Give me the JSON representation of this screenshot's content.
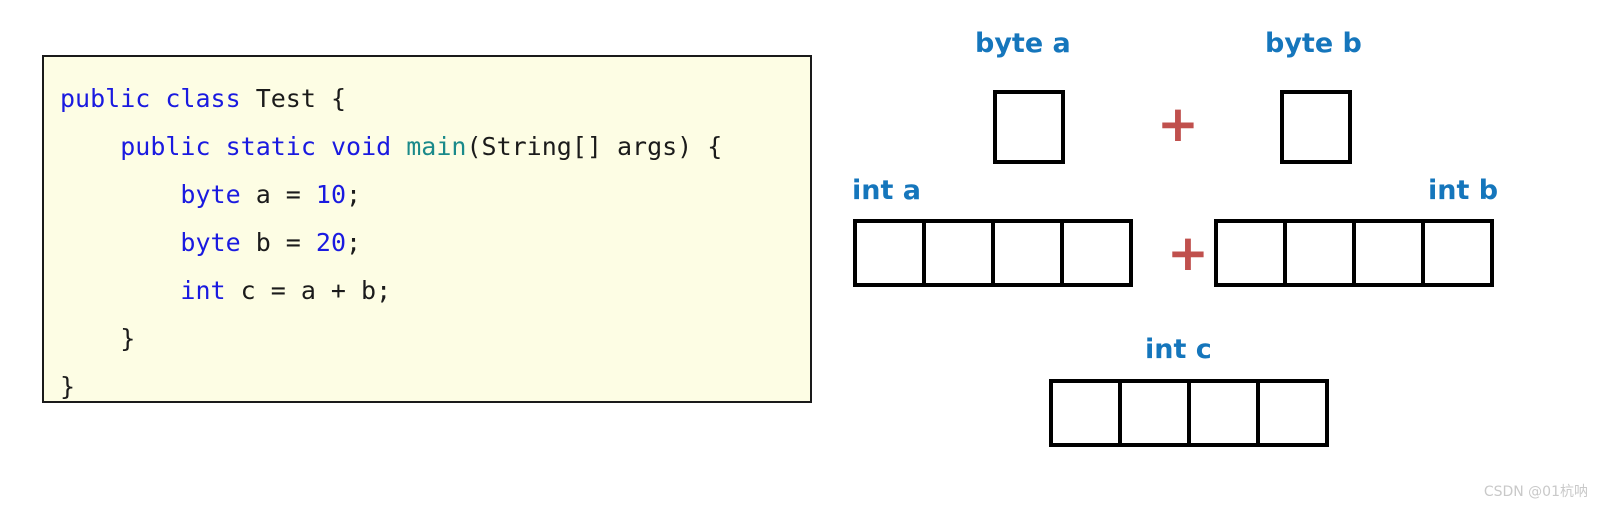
{
  "code_panel": {
    "language": "java",
    "background_color": "#fdfde4",
    "border_color": "#1a1a1a",
    "lines": [
      [
        {
          "t": "public",
          "c": "kw"
        },
        {
          "t": " ",
          "c": "plain"
        },
        {
          "t": "class",
          "c": "kw"
        },
        {
          "t": " Test {",
          "c": "plain"
        }
      ],
      [
        {
          "t": "    ",
          "c": "plain"
        },
        {
          "t": "public",
          "c": "kw"
        },
        {
          "t": " ",
          "c": "plain"
        },
        {
          "t": "static",
          "c": "kw"
        },
        {
          "t": " ",
          "c": "plain"
        },
        {
          "t": "void",
          "c": "kw"
        },
        {
          "t": " ",
          "c": "plain"
        },
        {
          "t": "main",
          "c": "fn"
        },
        {
          "t": "(String[] args) {",
          "c": "plain"
        }
      ],
      [
        {
          "t": "        ",
          "c": "plain"
        },
        {
          "t": "byte",
          "c": "kw"
        },
        {
          "t": " a = ",
          "c": "plain"
        },
        {
          "t": "10",
          "c": "num"
        },
        {
          "t": ";",
          "c": "plain"
        }
      ],
      [
        {
          "t": "        ",
          "c": "plain"
        },
        {
          "t": "byte",
          "c": "kw"
        },
        {
          "t": " b = ",
          "c": "plain"
        },
        {
          "t": "20",
          "c": "num"
        },
        {
          "t": ";",
          "c": "plain"
        }
      ],
      [
        {
          "t": "        ",
          "c": "plain"
        },
        {
          "t": "int",
          "c": "kw"
        },
        {
          "t": " c = a + b;",
          "c": "plain"
        }
      ],
      [
        {
          "t": "    }",
          "c": "plain"
        }
      ],
      [
        {
          "t": "}",
          "c": "plain"
        }
      ]
    ]
  },
  "diagram": {
    "label_color": "#1576bc",
    "plus_color": "#c0504d",
    "box_border_color": "#000000",
    "byte_a": {
      "label": "byte a",
      "cells": 1
    },
    "byte_b": {
      "label": "byte b",
      "cells": 1
    },
    "int_a": {
      "label": "int a",
      "cells": 4
    },
    "int_b": {
      "label": "int b",
      "cells": 4
    },
    "int_c": {
      "label": "int c",
      "cells": 4
    },
    "operator_byte": "+",
    "operator_int": "+"
  },
  "watermark": {
    "text": "CSDN @01杭呐"
  }
}
